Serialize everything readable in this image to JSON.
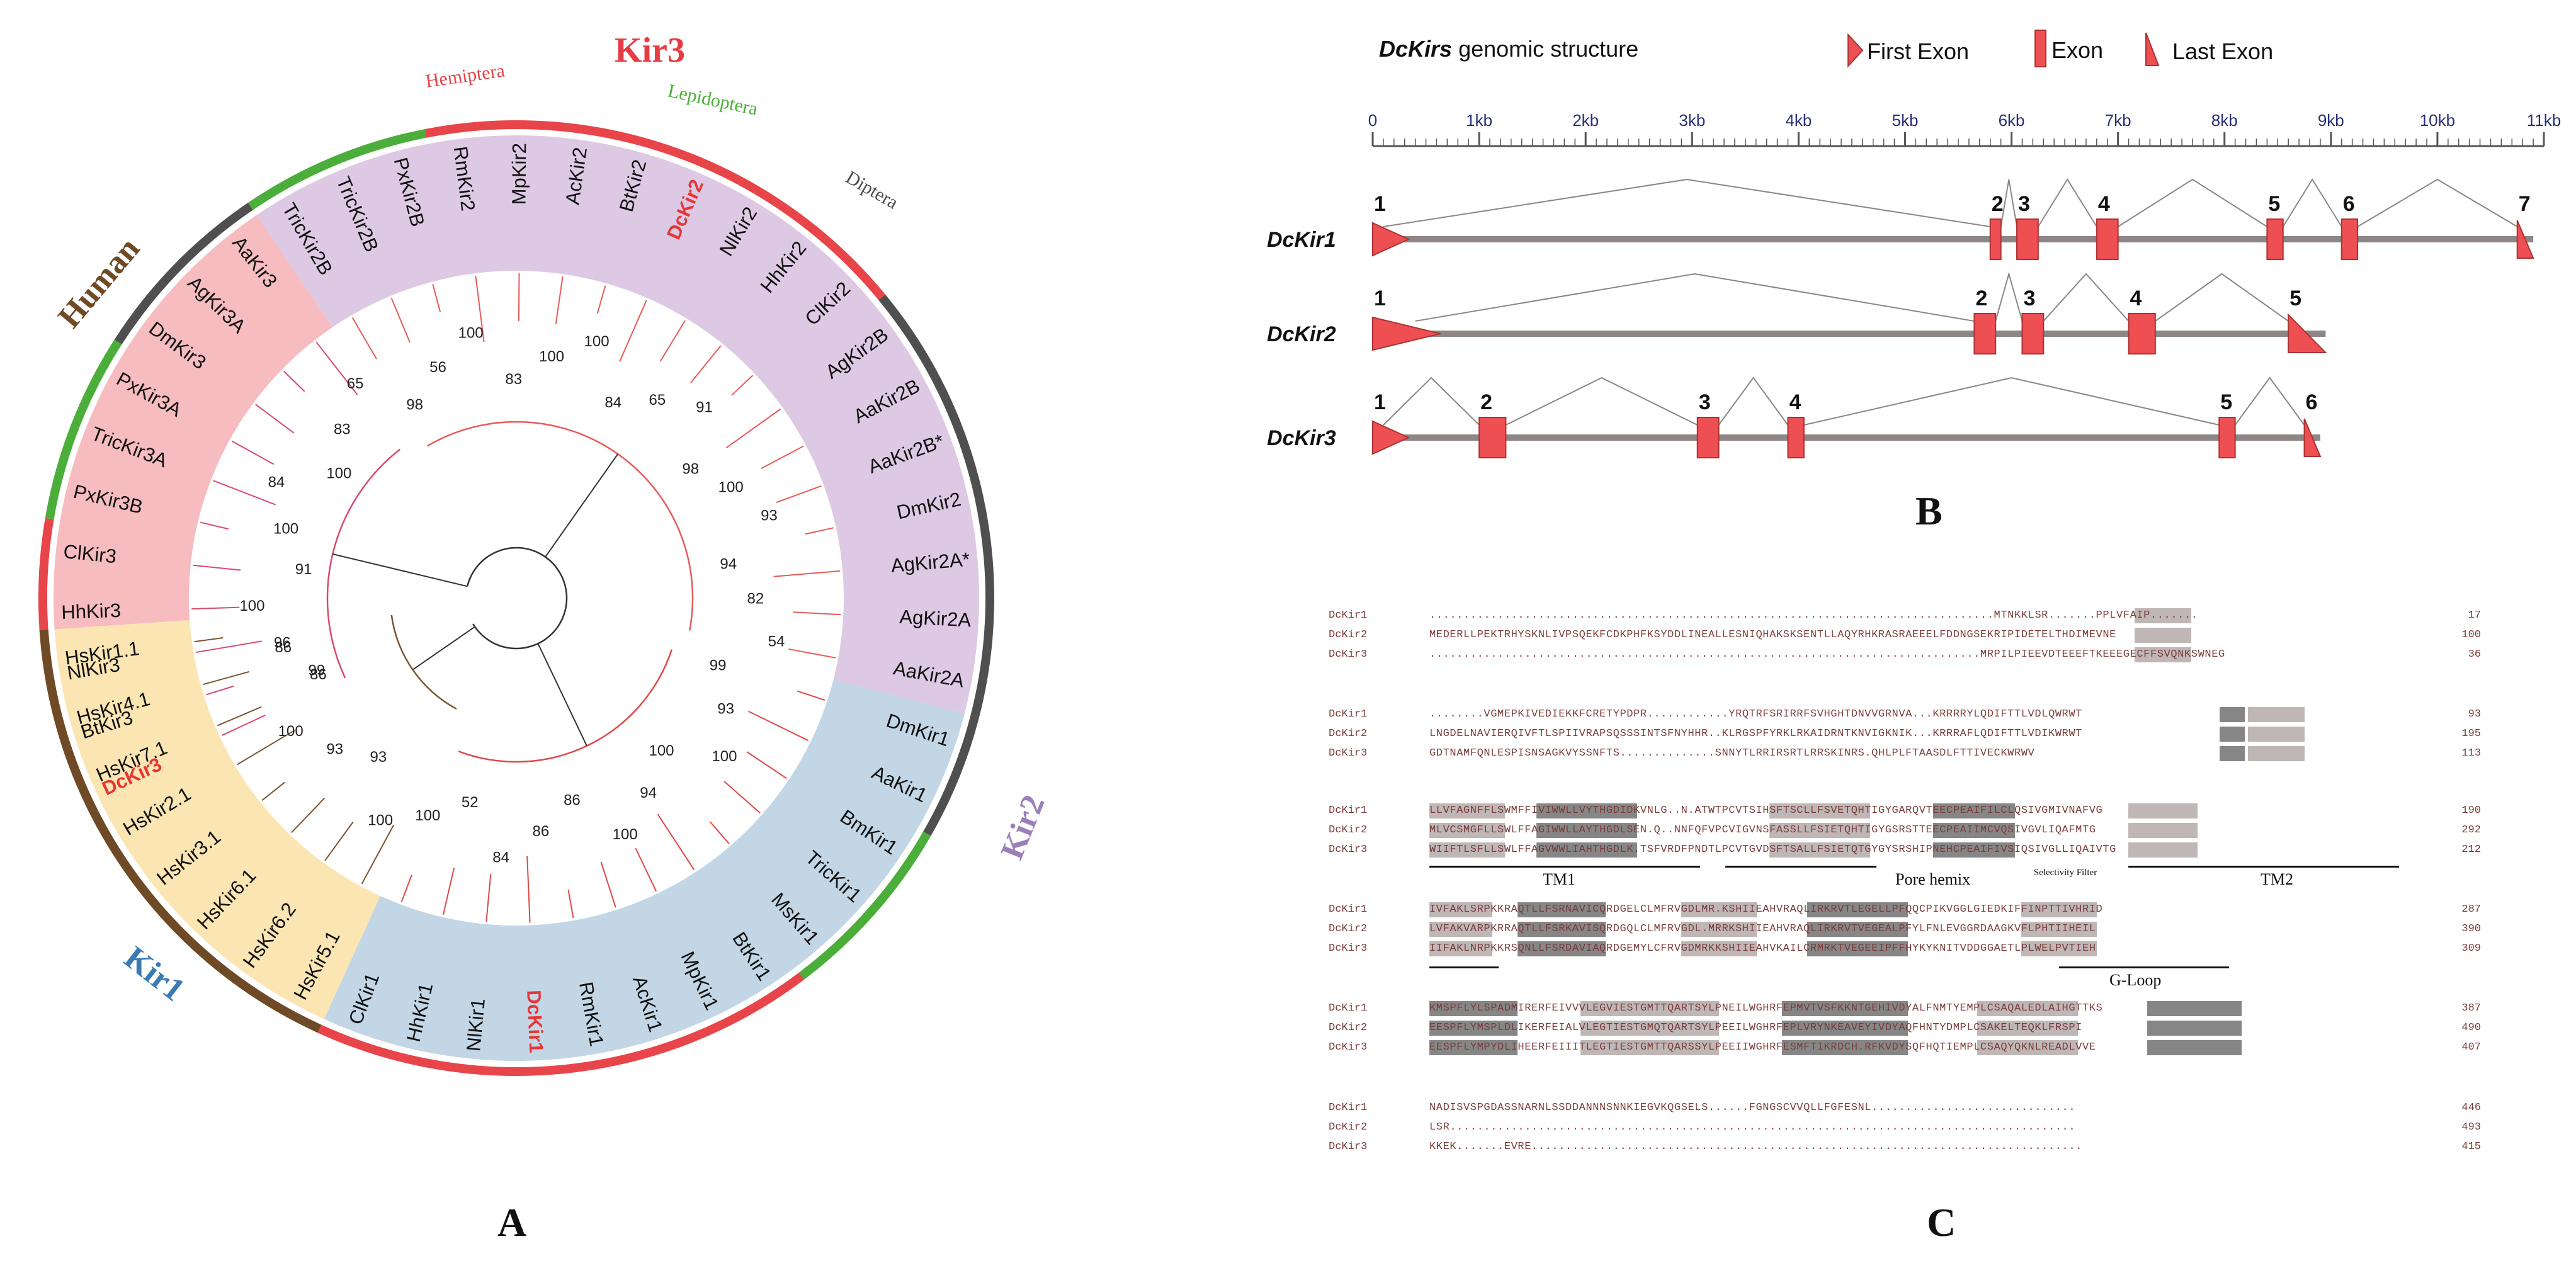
{
  "panel_labels": {
    "a": "A",
    "b": "B",
    "c": "C"
  },
  "tree": {
    "clade_labels": {
      "kir1": "Kir1",
      "kir2": "Kir2",
      "kir3": "Kir3",
      "human": "Human"
    },
    "order_labels": {
      "hemiptera": "Hemiptera",
      "lepidoptera": "Lepidoptera",
      "diptera": "Diptera"
    },
    "colors": {
      "kir1_bg": "#c2d6e6",
      "kir2_bg": "#ddc9e3",
      "kir3_bg": "#f6bcc0",
      "human_bg": "#fbe6b3",
      "hemiptera": "#e8454b",
      "lepidoptera": "#4cae3a",
      "diptera": "#4f4f4f",
      "human": "#6e4a26",
      "highlight": "#e83535"
    },
    "leaves": [
      {
        "name": "DcKir3",
        "clade": "kir3",
        "highlight": true
      },
      {
        "name": "BtKir3",
        "clade": "kir3"
      },
      {
        "name": "NlKir3",
        "clade": "kir3"
      },
      {
        "name": "HhKir3",
        "clade": "kir3"
      },
      {
        "name": "ClKir3",
        "clade": "kir3"
      },
      {
        "name": "PxKir3B",
        "clade": "kir3"
      },
      {
        "name": "TricKir3A",
        "clade": "kir3"
      },
      {
        "name": "PxKir3A",
        "clade": "kir3"
      },
      {
        "name": "DmKir3",
        "clade": "kir3"
      },
      {
        "name": "AgKir3A",
        "clade": "kir3"
      },
      {
        "name": "AaKir3",
        "clade": "kir3"
      },
      {
        "name": "TricKir2B",
        "clade": "kir2"
      },
      {
        "name": "TricKir2B",
        "clade": "kir2"
      },
      {
        "name": "PxKir2B",
        "clade": "kir2"
      },
      {
        "name": "RmKir2",
        "clade": "kir2"
      },
      {
        "name": "MpKir2",
        "clade": "kir2"
      },
      {
        "name": "AcKir2",
        "clade": "kir2"
      },
      {
        "name": "BtKir2",
        "clade": "kir2"
      },
      {
        "name": "DcKir2",
        "clade": "kir2",
        "highlight": true
      },
      {
        "name": "NlKir2",
        "clade": "kir2"
      },
      {
        "name": "HhKir2",
        "clade": "kir2"
      },
      {
        "name": "ClKir2",
        "clade": "kir2"
      },
      {
        "name": "AgKir2B",
        "clade": "kir2"
      },
      {
        "name": "AaKir2B",
        "clade": "kir2"
      },
      {
        "name": "AaKir2B*",
        "clade": "kir2"
      },
      {
        "name": "DmKir2",
        "clade": "kir2"
      },
      {
        "name": "AgKir2A*",
        "clade": "kir2"
      },
      {
        "name": "AgKir2A",
        "clade": "kir2"
      },
      {
        "name": "AaKir2A",
        "clade": "kir2"
      },
      {
        "name": "DmKir1",
        "clade": "kir1"
      },
      {
        "name": "AaKir1",
        "clade": "kir1"
      },
      {
        "name": "BmKir1",
        "clade": "kir1"
      },
      {
        "name": "TricKir1",
        "clade": "kir1"
      },
      {
        "name": "MsKir1",
        "clade": "kir1"
      },
      {
        "name": "BtKir1",
        "clade": "kir1"
      },
      {
        "name": "MpKir1",
        "clade": "kir1"
      },
      {
        "name": "AcKir1",
        "clade": "kir1"
      },
      {
        "name": "RmKir1",
        "clade": "kir1"
      },
      {
        "name": "DcKir1",
        "clade": "kir1",
        "highlight": true
      },
      {
        "name": "NlKir1",
        "clade": "kir1"
      },
      {
        "name": "HhKir1",
        "clade": "kir1"
      },
      {
        "name": "ClKir1",
        "clade": "kir1"
      },
      {
        "name": "HsKir5.1",
        "clade": "human"
      },
      {
        "name": "HsKir6.2",
        "clade": "human"
      },
      {
        "name": "HsKir6.1",
        "clade": "human"
      },
      {
        "name": "HsKir3.1",
        "clade": "human"
      },
      {
        "name": "HsKir2.1",
        "clade": "human"
      },
      {
        "name": "HsKir7.1",
        "clade": "human"
      },
      {
        "name": "HsKir4.1",
        "clade": "human"
      },
      {
        "name": "HsKir1.1",
        "clade": "human"
      }
    ],
    "bootstrap_labels": [
      "99",
      "96",
      "100",
      "91",
      "100",
      "84",
      "100",
      "83",
      "65",
      "98",
      "56",
      "100",
      "83",
      "100",
      "100",
      "84",
      "65",
      "91",
      "98",
      "100",
      "93",
      "94",
      "82",
      "54",
      "99",
      "93",
      "100",
      "100",
      "94",
      "100",
      "86",
      "86",
      "84",
      "52",
      "100",
      "100",
      "93",
      "93",
      "100",
      "86",
      "86"
    ]
  },
  "gene_structure": {
    "title_italic": "DcKirs",
    "title_rest": " genomic structure",
    "legend": {
      "first": "First Exon",
      "exon": "Exon",
      "last": "Last Exon"
    },
    "scale_unit": "kb",
    "scale_max": 11,
    "scale_labels": [
      "0",
      "1kb",
      "2kb",
      "3kb",
      "4kb",
      "5kb",
      "6kb",
      "7kb",
      "8kb",
      "9kb",
      "10kb",
      "11kb"
    ],
    "exon_color": "#ee4f52",
    "genes": [
      {
        "name": "DcKir1",
        "length": 10.9,
        "exons": [
          {
            "n": "1",
            "start": 0.0,
            "end": 0.1
          },
          {
            "n": "2",
            "start": 5.8,
            "end": 5.9
          },
          {
            "n": "3",
            "start": 6.05,
            "end": 6.25
          },
          {
            "n": "4",
            "start": 6.8,
            "end": 7.0
          },
          {
            "n": "5",
            "start": 8.4,
            "end": 8.55
          },
          {
            "n": "6",
            "start": 9.1,
            "end": 9.25
          },
          {
            "n": "7",
            "start": 10.75,
            "end": 10.9
          }
        ]
      },
      {
        "name": "DcKir2",
        "length": 8.95,
        "exons": [
          {
            "n": "1",
            "start": 0.0,
            "end": 0.4
          },
          {
            "n": "2",
            "start": 5.65,
            "end": 5.85
          },
          {
            "n": "3",
            "start": 6.1,
            "end": 6.3
          },
          {
            "n": "4",
            "start": 7.1,
            "end": 7.35
          },
          {
            "n": "5",
            "start": 8.6,
            "end": 8.95
          }
        ]
      },
      {
        "name": "DcKir3",
        "length": 8.9,
        "exons": [
          {
            "n": "1",
            "start": 0.0,
            "end": 0.1
          },
          {
            "n": "2",
            "start": 1.0,
            "end": 1.25
          },
          {
            "n": "3",
            "start": 3.05,
            "end": 3.25
          },
          {
            "n": "4",
            "start": 3.9,
            "end": 4.05
          },
          {
            "n": "5",
            "start": 7.95,
            "end": 8.1
          },
          {
            "n": "6",
            "start": 8.75,
            "end": 8.9
          }
        ]
      }
    ]
  },
  "alignment": {
    "blocks": [
      {
        "rows": [
          {
            "name": "DcKir1",
            "seq": "...................................................................................MTNKKLSR.......PPLVFAIP.......",
            "end": "17"
          },
          {
            "name": "DcKir2",
            "seq": "MEDERLLPEKTRHYSKNLIVPSQEKFCDKPHFKSYDDLINEALLESNIQHAKSKSENTLLAQYRHKRASRAEEELFDDNGSEKRIPIDETELTHDIMEVNE",
            "end": "100"
          },
          {
            "name": "DcKir3",
            "seq": ".................................................................................MRPILPIEEVDTEEEFTKEEEGECFFSVQNKSWNEG",
            "end": "36"
          }
        ]
      },
      {
        "rows": [
          {
            "name": "DcKir1",
            "seq": "........VGMEPKIVEDIEKKFCRETYPDPR............YRQTRFSRIRRFSVHGHTDNVVGRNVA...KRRRRYLQDIFTTLVDLQWRWT",
            "end": "93"
          },
          {
            "name": "DcKir2",
            "seq": "LNGDELNAVIERQIVFTLSPIIVRAPSQSSSINTSFNYHHR..KLRGSPFYRKLRKAIDRNTKNVIGKNIK...KRRRAFLQDIFTTLVDIKWRWT",
            "end": "195"
          },
          {
            "name": "DcKir3",
            "seq": "GDTNAMFQNLESPISNSAGKVYSSNFTS..............SNNYTLRRIRSRTLRRSKINRS.QHLPLFTAASDLFTTIVECKWRWV",
            "end": "113"
          }
        ]
      },
      {
        "rows": [
          {
            "name": "DcKir1",
            "seq": "LLVFAGNFFLSWMFFIVIWWLLVYTHGDIDKVNLG..N.ATWTPCVTSIHSFTSCLLFSVETQHTIGYGARQVTEECPEAIFILCLQSIVGMIVNAFVG",
            "end": "190"
          },
          {
            "name": "DcKir2",
            "seq": "MLVCSMGFLLSWLFFAGIWWLLAYTHGDLSEN.Q..NNFQFVPCVIGVNSFASSLLFSIETQHTIGYGSRSTTEECPEAIIMCVQSIVGVLIQAFMTG",
            "end": "292"
          },
          {
            "name": "DcKir3",
            "seq": "WIIFTLSFLLSWLFFAGVWWLIAHTHGDLK.TSFVRDFPNDTLPCVTGVDSFTSALLFSIETQTGYGYSRSHIPNEHCPEAIFIVSIQSIVGLLIQAIVTG",
            "end": "212"
          }
        ]
      },
      {
        "rows": [
          {
            "name": "DcKir1",
            "seq": "IVFAKLSRPKKRAQTLLFSRNAVICQRDGELCLMFRVGDLMR.KSHIIEAHVRAQLIRKRVTLEGELLPFQQCPIKVGGLGIEDKIFFINPTTIVHRID",
            "end": "287"
          },
          {
            "name": "DcKir2",
            "seq": "LVFAKVARPKRRAQTLLFSRKAVISQRDGQLCLMFRVGDL.MRRKSHIIEAHVRAQLIRKRVTVEGEALPFYLFNLEVGGRDAAGKVFLPHTIIHEIL",
            "end": "390"
          },
          {
            "name": "DcKir3",
            "seq": "IIFAKLNRPKKRSQNLLFSRDAVIAQRDGEMYLCFRVGDMRKKSHIIEAHVKAILCRMRKTVEGEEIPFFHYKYKNITVDDGGAETLPLWELPVTIEH",
            "end": "309"
          }
        ]
      },
      {
        "rows": [
          {
            "name": "DcKir1",
            "seq": "KMSPFLYLSPADMIRERFEIVVVLEGVIESTGMTTQARTSYLPNEILWGHRFEPMVTVSFKKNTGEHIVDYALFNMTYEMPLCSAQALEDLAIHGTTKS",
            "end": "387"
          },
          {
            "name": "DcKir2",
            "seq": "EESPFLYMSPLDLIKERFEIALVLEGTIESTGMQTQARTSYLPEEILWGHRFEPLVRYNKEAVEYIVDYAQFHNTYDMPLCSAKELTEQKLFRSPI",
            "end": "490"
          },
          {
            "name": "DcKir3",
            "seq": "EESPFLYMPYDLIHEERFEIIITLEGTIESTGMTTQARSSYLPEEIIWGHRFESMFTIKRDCH.RFKVDYSQFHQTIEMPLCSAQYQKNLREADLVVE",
            "end": "407"
          }
        ]
      },
      {
        "rows": [
          {
            "name": "DcKir1",
            "seq": "NADISVSPGDASSNARNLSSDDANNNSNNKIEGVKQGSELS......FGNGSCVVQLLFGFESNL..............................",
            "end": "446"
          },
          {
            "name": "DcKir2",
            "seq": "LSR............................................................................................",
            "end": "493"
          },
          {
            "name": "DcKir3",
            "seq": "KKEK.......EVRE.................................................................................",
            "end": "415"
          }
        ]
      }
    ],
    "domain_labels": {
      "tm1": "TM1",
      "pore": "Pore hemix",
      "selectivity": "Selectivity Filter",
      "tm2": "TM2",
      "gloop": "G-Loop"
    }
  }
}
